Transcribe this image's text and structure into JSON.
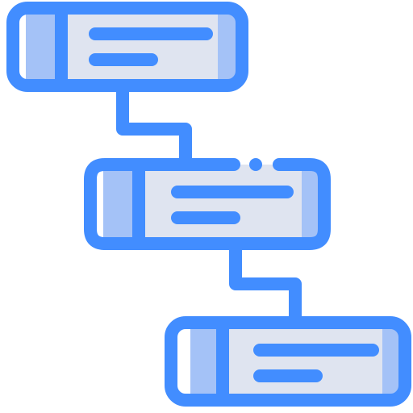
{
  "icon": {
    "name": "hierarchy-flow-icon",
    "colors": {
      "outline": "#428DFF",
      "fill_light": "#DFE4F0",
      "fill_accent": "#A4C2F7",
      "background": "#FFFFFF"
    },
    "nodes": [
      {
        "name": "node-top"
      },
      {
        "name": "node-middle"
      },
      {
        "name": "node-bottom"
      }
    ],
    "connectors": [
      {
        "name": "connector-top-middle"
      },
      {
        "name": "connector-middle-bottom"
      }
    ]
  }
}
